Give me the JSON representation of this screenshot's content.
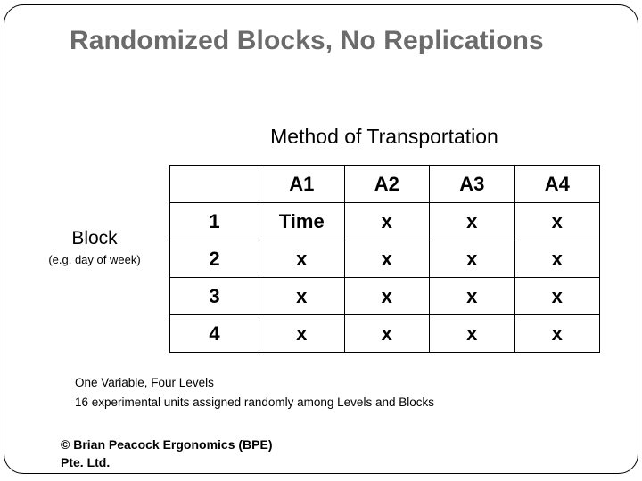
{
  "slide": {
    "title": "Randomized Blocks, No Replications",
    "title_color": "#6b6b6b"
  },
  "factor_header": {
    "label": "Method of Transportation"
  },
  "block_label": {
    "main": "Block",
    "sub": "(e.g. day of week)"
  },
  "matrix": {
    "corner": "",
    "column_headers": [
      "A1",
      "A2",
      "A3",
      "A4"
    ],
    "rows": [
      {
        "header": "1",
        "cells": [
          "Time",
          "x",
          "x",
          "x"
        ]
      },
      {
        "header": "2",
        "cells": [
          "x",
          "x",
          "x",
          "x"
        ]
      },
      {
        "header": "3",
        "cells": [
          "x",
          "x",
          "x",
          "x"
        ]
      },
      {
        "header": "4",
        "cells": [
          "x",
          "x",
          "x",
          "x"
        ]
      }
    ]
  },
  "notes": {
    "line1": "One Variable, Four Levels",
    "line2": "16 experimental units assigned randomly among Levels and Blocks"
  },
  "copyright": {
    "line1": "© Brian Peacock Ergonomics (BPE)",
    "line2": "Pte. Ltd."
  }
}
